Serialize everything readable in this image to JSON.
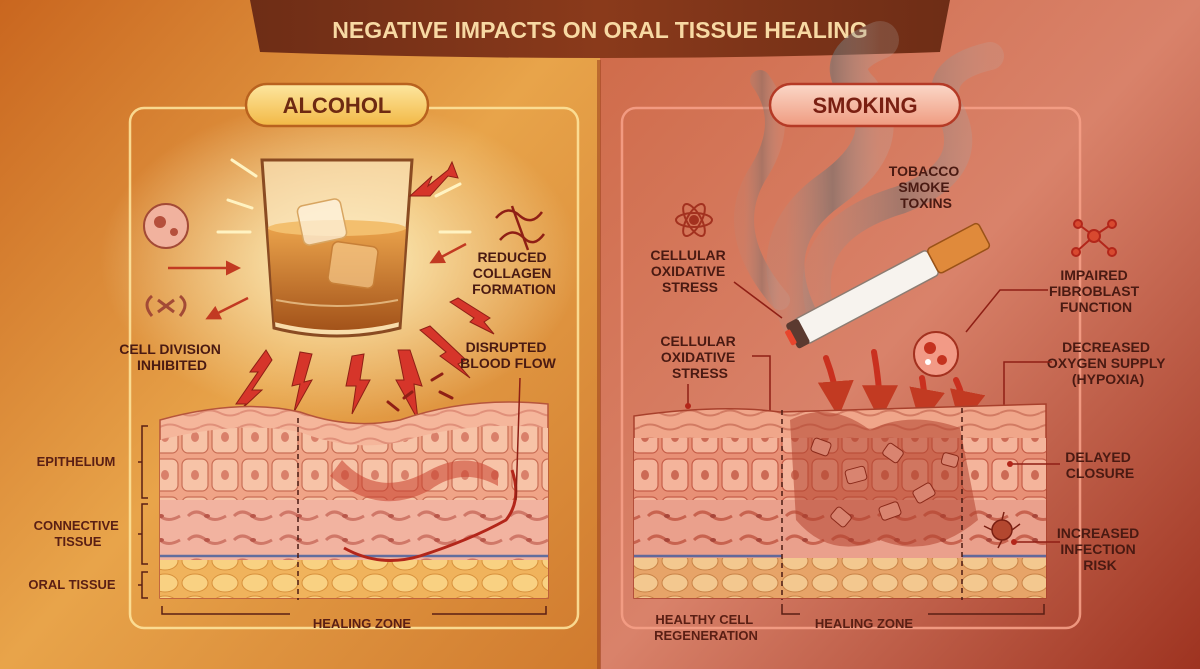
{
  "title": "NEGATIVE IMPACTS ON ORAL TISSUE HEALING",
  "alcohol": {
    "heading": "ALCOHOL",
    "reduced_collagen": [
      "REDUCED",
      "COLLAGEN",
      "FORMATION"
    ],
    "cell_division": [
      "CELL DIVISION",
      "INHIBITED"
    ],
    "disrupted_blood": [
      "DISRUPTED",
      "BLOOD FLOW"
    ],
    "epithelium": "EPITHELIUM",
    "connective_tissue": [
      "CONNECTIVE",
      "TISSUE"
    ],
    "oral_tissue": "ORAL TISSUE",
    "healing_zone": "HEALING ZONE"
  },
  "smoking": {
    "heading": "SMOKING",
    "tobacco_smoke": [
      "TOBACCO",
      "SMOKE",
      "TOXINS"
    ],
    "oxidative_stress_1": [
      "CELLULAR",
      "OXIDATIVE",
      "STRESS"
    ],
    "oxidative_stress_2": [
      "CELLULAR",
      "OXIDATIVE",
      "STRESS"
    ],
    "impaired_fibroblast": [
      "IMPAIRED",
      "FIBROBLAST",
      "FUNCTION"
    ],
    "decreased_oxygen": [
      "DECREASED",
      "OXYGEN SUPPLY",
      "(HYPOXIA)"
    ],
    "delayed_closure": [
      "DELAYED",
      "CLOSURE"
    ],
    "increased_infection": [
      "INCREASED",
      "INFECTION",
      "RISK"
    ],
    "healthy_cell": [
      "HEALTHY CELL",
      "REGENERATION"
    ],
    "healing_zone": "HEALING ZONE"
  }
}
